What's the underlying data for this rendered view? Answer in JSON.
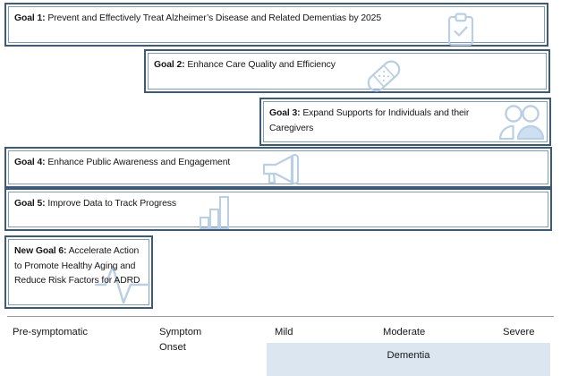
{
  "figure": {
    "title_goals": "National Plan goals timeline",
    "accent_border": "#3c5a7a",
    "accent_inner": "#7f9dbb",
    "icon_color": "#b9cfe4",
    "band_color": "#dce6f1",
    "divider_color": "#9a9a9a"
  },
  "goals": [
    {
      "id": "goal-1",
      "prefix": "Goal 1:",
      "text": " Prevent and Effectively Treat Alzheimer’s Disease and Related Dementias by 2025",
      "icon": "clipboard-check-icon"
    },
    {
      "id": "goal-2",
      "prefix": "Goal 2:",
      "text": " Enhance Care Quality and Efficiency",
      "icon": "bandage-icon"
    },
    {
      "id": "goal-3",
      "prefix": "Goal 3:",
      "text": " Expand Supports for Individuals and their Caregivers",
      "icon": "people-group-icon"
    },
    {
      "id": "goal-4",
      "prefix": "Goal 4:",
      "text": " Enhance Public Awareness and Engagement",
      "icon": "megaphone-icon"
    },
    {
      "id": "goal-5",
      "prefix": "Goal 5:",
      "text": " Improve Data to Track Progress",
      "icon": "bar-chart-icon"
    },
    {
      "id": "goal-6",
      "prefix": "New Goal 6:",
      "text": " Accelerate Action to Promote Healthy Aging and Reduce Risk Factors for ADRD",
      "icon": "heartbeat-icon"
    }
  ],
  "timeline": {
    "stages": [
      {
        "id": "pre-symptomatic",
        "label": "Pre-symptomatic"
      },
      {
        "id": "symptom-onset",
        "label": "Symptom\nOnset"
      },
      {
        "id": "mild",
        "label": "Mild"
      },
      {
        "id": "moderate",
        "label": "Moderate"
      },
      {
        "id": "severe",
        "label": "Severe"
      }
    ],
    "band": {
      "id": "dementia-band",
      "label": "Dementia"
    }
  }
}
